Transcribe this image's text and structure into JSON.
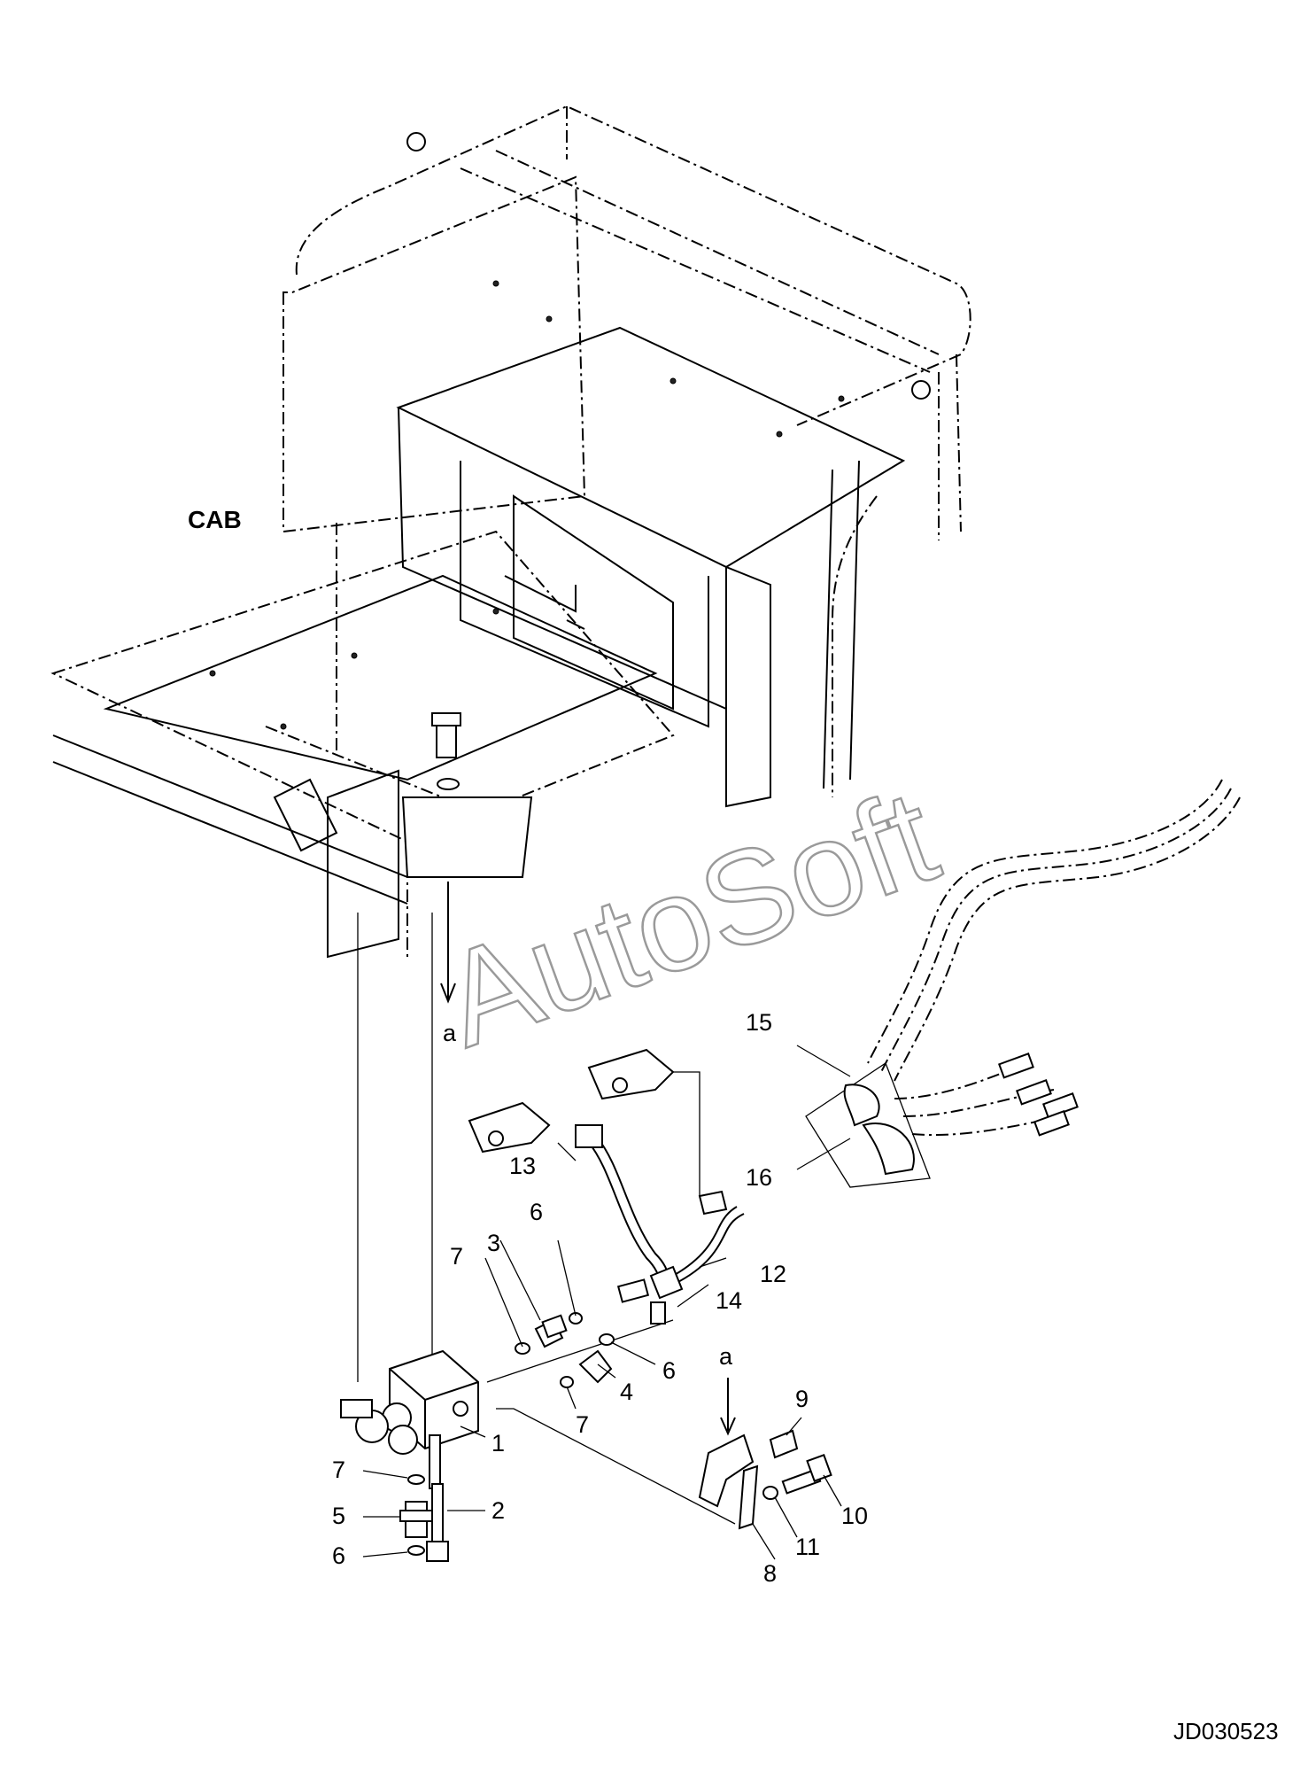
{
  "labels": {
    "cab": "CAB",
    "view_a_top": "a",
    "view_a_bracket": "a",
    "drawing_code": "JD030523"
  },
  "watermark": "AutoSoft",
  "callouts": {
    "p1": "1",
    "p2": "2",
    "p3": "3",
    "p4": "4",
    "p5": "5",
    "p6a": "6",
    "p6b": "6",
    "p6c": "6",
    "p7a": "7",
    "p7b": "7",
    "p7c": "7",
    "p8": "8",
    "p9": "9",
    "p10": "10",
    "p11": "11",
    "p12": "12",
    "p13": "13",
    "p14": "14",
    "p15": "15",
    "p16": "16"
  }
}
